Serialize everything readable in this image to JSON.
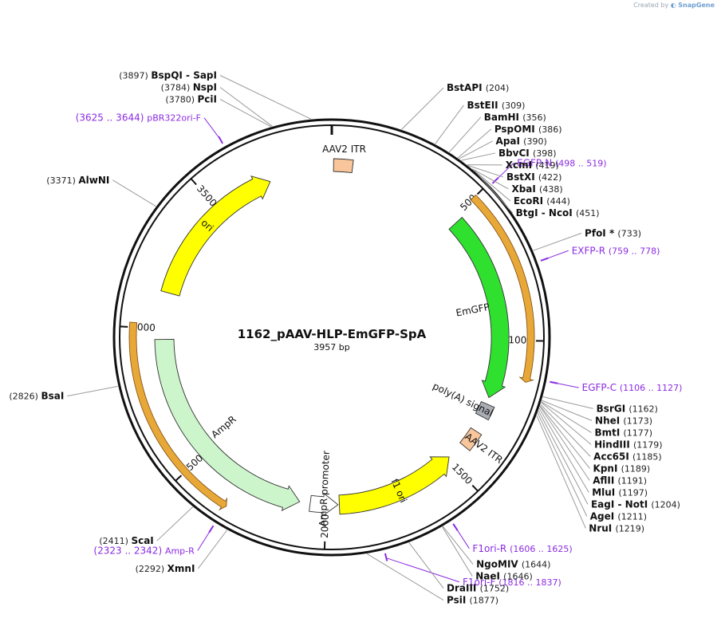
{
  "credit": {
    "prefix": "Created by",
    "brand": "SnapGene"
  },
  "plasmid": {
    "name": "1162_pAAV-HLP-EmGFP-SpA",
    "length_label": "3957 bp",
    "length": 3957
  },
  "colors": {
    "backbone": "#111111",
    "primer": "#8a2be2",
    "site_line": "#9a9a9a",
    "itr": "#f9c69b",
    "cds": "#2fe02f",
    "ori": "#ffff00",
    "ampr": "#ccf5cc",
    "polya": "#a9adb4",
    "primer_bind": "#e8a838",
    "promoter": "#ffffff"
  },
  "ticks": [
    {
      "pos": 500,
      "label": "500"
    },
    {
      "pos": 1000,
      "label": "1000"
    },
    {
      "pos": 1500,
      "label": "1500"
    },
    {
      "pos": 2000,
      "label": "2000"
    },
    {
      "pos": 2500,
      "label": "2500"
    },
    {
      "pos": 3000,
      "label": "3000"
    },
    {
      "pos": 3500,
      "label": "3500"
    }
  ],
  "features": [
    {
      "name": "AAV2 ITR",
      "start": 3940,
      "end": 100,
      "type": "itr",
      "color": "#f9c69b"
    },
    {
      "name": "EmGFP",
      "start": 520,
      "end": 1220,
      "type": "cds",
      "color": "#2fe02f",
      "direction": 1
    },
    {
      "name": "poly(A) signal",
      "start": 1245,
      "end": 1295,
      "type": "polya",
      "color": "#a9adb4"
    },
    {
      "name": "AAV2 ITR",
      "start": 1335,
      "end": 1440,
      "type": "itr",
      "color": "#f9c69b"
    },
    {
      "name": "f1 ori",
      "start": 1490,
      "end": 1950,
      "type": "ori",
      "color": "#ffff00",
      "direction": -1
    },
    {
      "name": "AmpR promoter",
      "start": 1955,
      "end": 2060,
      "type": "promoter",
      "color": "#ffffff",
      "direction": -1
    },
    {
      "name": "AmpR",
      "start": 2100,
      "end": 2960,
      "type": "ampr",
      "color": "#ccf5cc",
      "direction": -1
    },
    {
      "name": "ori",
      "start": 3135,
      "end": 3720,
      "type": "ori",
      "color": "#ffff00",
      "direction": 1
    }
  ],
  "primer_bindings": [
    {
      "start": 498,
      "end": 1133,
      "direction": 1
    },
    {
      "start": 2330,
      "end": 3015,
      "direction": -1
    }
  ],
  "primers": [
    {
      "name": "pBR322ori-F",
      "range": "(3625 .. 3644)",
      "pos": 3634
    },
    {
      "name": "EGFP-N",
      "range": "(498 .. 519)",
      "pos": 508
    },
    {
      "name": "EXFP-R",
      "range": "(759 .. 778)",
      "pos": 768
    },
    {
      "name": "EGFP-C",
      "range": "(1106 .. 1127)",
      "pos": 1116
    },
    {
      "name": "F1ori-R",
      "range": "(1606 .. 1625)",
      "pos": 1615
    },
    {
      "name": "F1ori-F",
      "range": "(1816 .. 1837)",
      "pos": 1826
    },
    {
      "name": "Amp-R",
      "range": "(2323 .. 2342)",
      "pos": 2332
    }
  ],
  "sites": [
    {
      "name": "BspQI",
      "name2": "SapI",
      "pos": 3897,
      "pos_label": "(3897)"
    },
    {
      "name": "NspI",
      "pos": 3784,
      "pos_label": "(3784)"
    },
    {
      "name": "PciI",
      "pos": 3780,
      "pos_label": "(3780)"
    },
    {
      "name": "AlwNI",
      "pos": 3371,
      "pos_label": "(3371)"
    },
    {
      "name": "BsaI",
      "pos": 2826,
      "pos_label": "(2826)"
    },
    {
      "name": "ScaI",
      "pos": 2411,
      "pos_label": "(2411)"
    },
    {
      "name": "XmnI",
      "pos": 2292,
      "pos_label": "(2292)"
    },
    {
      "name": "PsiI",
      "pos": 1877,
      "pos_label": "(1877)"
    },
    {
      "name": "DraIII",
      "pos": 1752,
      "pos_label": "(1752)"
    },
    {
      "name": "NaeI",
      "pos": 1646,
      "pos_label": "(1646)"
    },
    {
      "name": "NgoMIV",
      "pos": 1644,
      "pos_label": "(1644)"
    },
    {
      "name": "NruI",
      "pos": 1219,
      "pos_label": "(1219)"
    },
    {
      "name": "AgeI",
      "pos": 1211,
      "pos_label": "(1211)"
    },
    {
      "name": "EagI",
      "name2": "NotI",
      "pos": 1204,
      "pos_label": "(1204)"
    },
    {
      "name": "MluI",
      "pos": 1197,
      "pos_label": "(1197)"
    },
    {
      "name": "AflII",
      "pos": 1191,
      "pos_label": "(1191)"
    },
    {
      "name": "KpnI",
      "pos": 1189,
      "pos_label": "(1189)"
    },
    {
      "name": "Acc65I",
      "pos": 1185,
      "pos_label": "(1185)"
    },
    {
      "name": "HindIII",
      "pos": 1179,
      "pos_label": "(1179)"
    },
    {
      "name": "BmtI",
      "pos": 1177,
      "pos_label": "(1177)"
    },
    {
      "name": "NheI",
      "pos": 1173,
      "pos_label": "(1173)"
    },
    {
      "name": "BsrGI",
      "pos": 1162,
      "pos_label": "(1162)"
    },
    {
      "name": "PfoI *",
      "pos": 733,
      "pos_label": "(733)"
    },
    {
      "name": "BtgI",
      "name2": "NcoI",
      "pos": 451,
      "pos_label": "(451)"
    },
    {
      "name": "EcoRI",
      "pos": 444,
      "pos_label": "(444)"
    },
    {
      "name": "XbaI",
      "pos": 438,
      "pos_label": "(438)"
    },
    {
      "name": "BstXI",
      "pos": 422,
      "pos_label": "(422)"
    },
    {
      "name": "XcmI",
      "pos": 419,
      "pos_label": "(419)"
    },
    {
      "name": "BbvCI",
      "pos": 398,
      "pos_label": "(398)"
    },
    {
      "name": "ApaI",
      "pos": 390,
      "pos_label": "(390)"
    },
    {
      "name": "PspOMI",
      "pos": 386,
      "pos_label": "(386)"
    },
    {
      "name": "BamHI",
      "pos": 356,
      "pos_label": "(356)"
    },
    {
      "name": "BstEII",
      "pos": 309,
      "pos_label": "(309)"
    },
    {
      "name": "BstAPI",
      "pos": 204,
      "pos_label": "(204)"
    }
  ]
}
